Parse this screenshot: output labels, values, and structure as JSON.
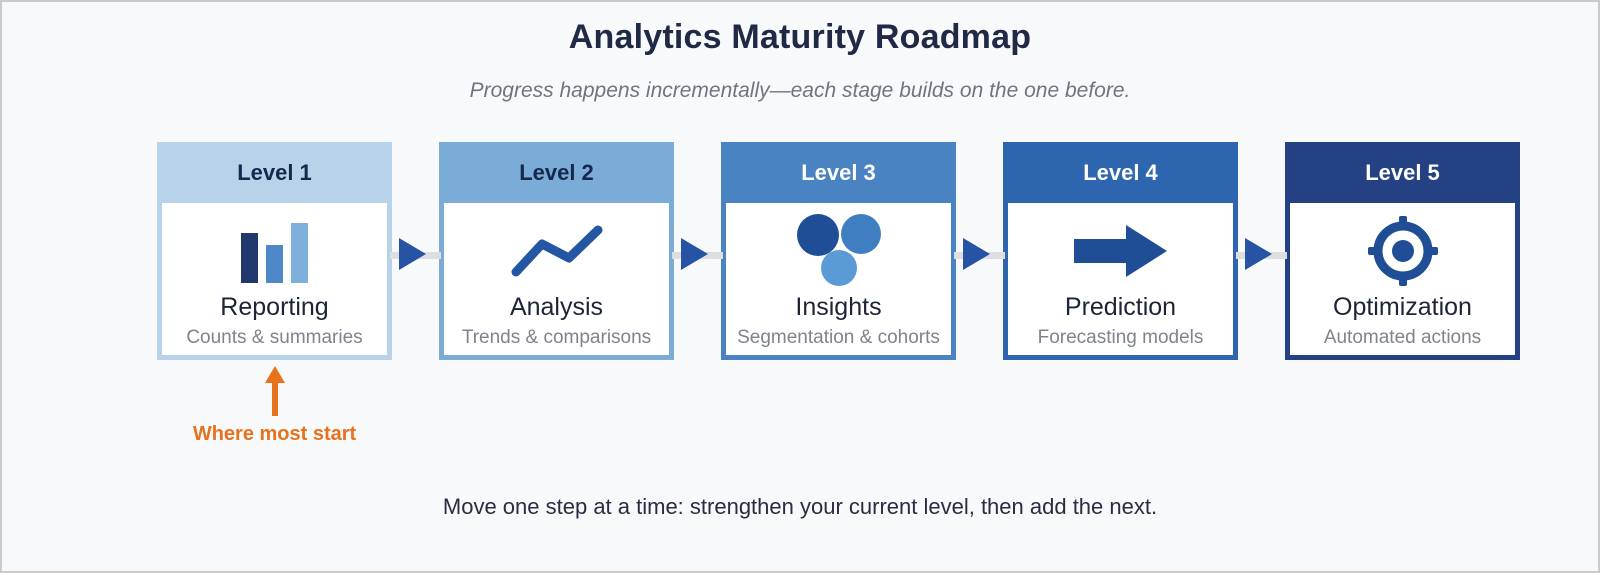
{
  "page": {
    "title": "Analytics Maturity Roadmap",
    "subtitle": "Progress happens incrementally—each stage builds on the one before.",
    "footer": "Move one step at a time: strengthen your current level, then add the next.",
    "background": "#f8f9fa"
  },
  "annotation": {
    "label": "Where most start",
    "color": "#e8711c",
    "icon": "arrow-up"
  },
  "connector": {
    "line_color": "#dcdee0",
    "arrow_color": "#2653a3",
    "arrow_icon": "arrow-right"
  },
  "levels": [
    {
      "label": "Level 1",
      "name": "Reporting",
      "description": "Counts & summaries",
      "icon": "bar-chart",
      "color": "#b8d3e9",
      "label_color": "#16294d"
    },
    {
      "label": "Level 2",
      "name": "Analysis",
      "description": "Trends & comparisons",
      "icon": "line-chart",
      "color": "#7babd7",
      "label_color": "#16294d"
    },
    {
      "label": "Level 3",
      "name": "Insights",
      "description": "Segmentation & cohorts",
      "icon": "cluster-circles",
      "color": "#4983c1",
      "label_color": "#ffffff"
    },
    {
      "label": "Level 4",
      "name": "Prediction",
      "description": "Forecasting models",
      "icon": "block-arrow",
      "color": "#2d66ae",
      "label_color": "#ffffff"
    },
    {
      "label": "Level 5",
      "name": "Optimization",
      "description": "Automated actions",
      "icon": "target",
      "color": "#244184",
      "label_color": "#ffffff"
    }
  ],
  "icon_palette": {
    "navy": "#21386f",
    "deep_blue": "#1f4e96",
    "line_blue": "#2456a4",
    "blue": "#3f7ec0",
    "mid_blue": "#4d88c7",
    "light_blue": "#7fb0dc",
    "medium_blue": "#5b9bd5"
  }
}
